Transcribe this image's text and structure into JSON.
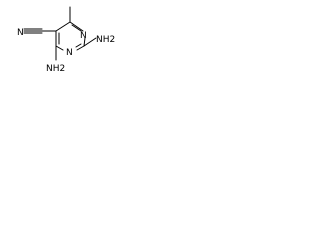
{
  "molecule": {
    "atoms": {
      "ring_n_right": "N",
      "ring_n_bottom": "N",
      "amino_right": "NH2",
      "amino_bottom": "NH2",
      "nitrile_n": "N"
    }
  }
}
